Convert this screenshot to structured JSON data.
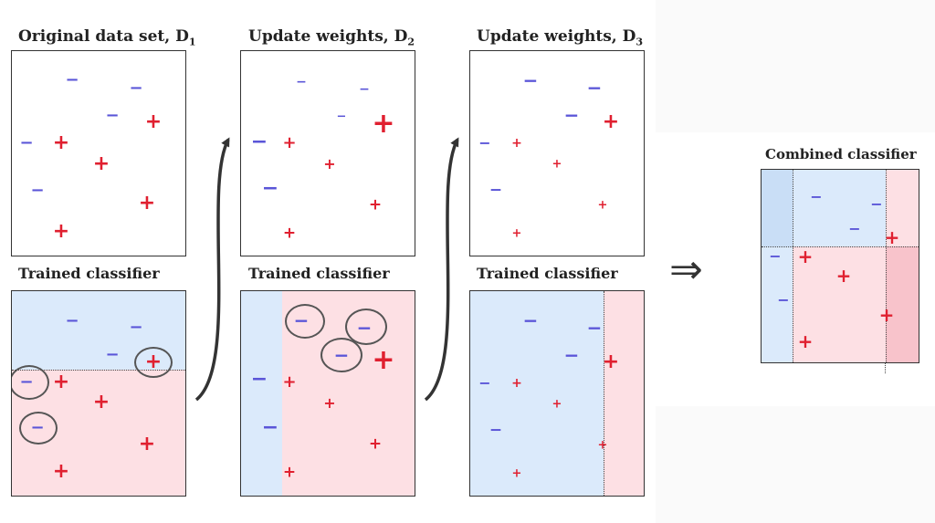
{
  "titles": {
    "d1": "Original data set,  D",
    "d1_sub": "1",
    "d2": "Update weights,  D",
    "d2_sub": "2",
    "d3": "Update weights,  D",
    "d3_sub": "3",
    "trained_1": "Trained classifier",
    "trained_2": "Trained classifier",
    "trained_3": "Trained classifier",
    "combined": "Combined classifier"
  },
  "symbols": {
    "negative": "−",
    "positive": "+",
    "implies": "⇒"
  },
  "colors": {
    "negative": "#5a55d8",
    "positive": "#e02030",
    "region_negative": "#dbeafb",
    "region_positive": "#fde0e4"
  }
}
